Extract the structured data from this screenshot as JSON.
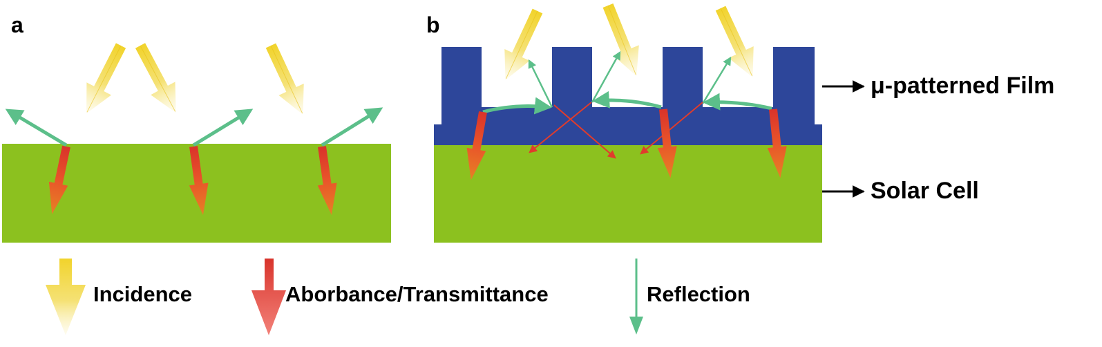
{
  "panels": {
    "a": {
      "label": "a"
    },
    "b": {
      "label": "b"
    }
  },
  "annotations": {
    "film": "μ-patterned Film",
    "cell": "Solar Cell"
  },
  "legend": [
    {
      "key": "incidence",
      "label": "Incidence",
      "icon": "yellow-fading-arrow-icon"
    },
    {
      "key": "transmittance",
      "label": "Aborbance/Transmittance",
      "icon": "red-arrow-icon"
    },
    {
      "key": "reflection",
      "label": "Reflection",
      "icon": "green-arrow-icon"
    }
  ],
  "colors": {
    "solar_cell": "#8cc11f",
    "film": "#2d469a",
    "incidence": "#f1d32b",
    "transmittance": "#e03c2c",
    "transmittance_orange": "#f06a22",
    "reflection": "#5cbf8a",
    "text": "#000000"
  }
}
